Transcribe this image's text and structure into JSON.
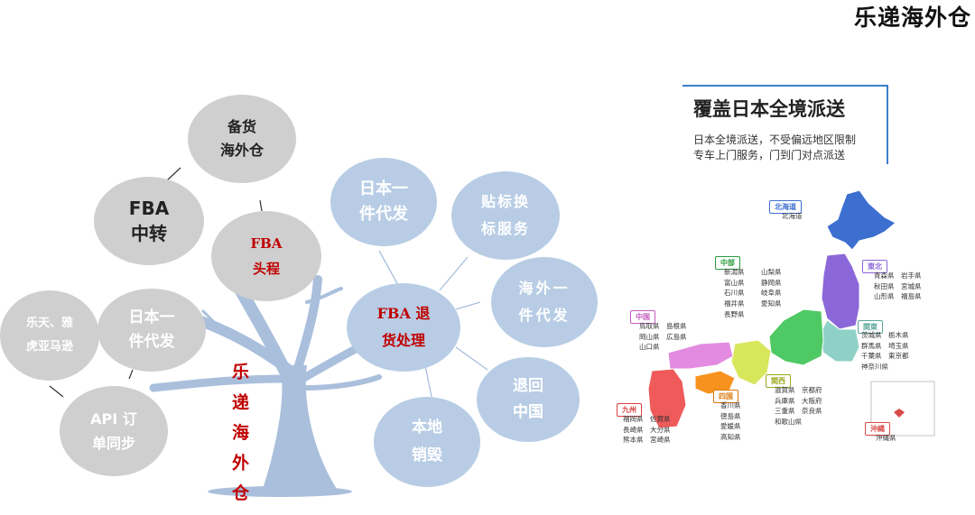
{
  "brand": "乐递海外仓",
  "tree_title": "乐\n递\n海\n外\n仓",
  "circles": {
    "stock": "备货\n海外仓",
    "fba_transfer": "FBA\n中转",
    "fba_first": "FBA\n头程",
    "jp_dropship_left": "日本一\n件代发",
    "rakuten": "乐天、雅\n虎亚马逊",
    "api": "API 订\n单同步",
    "fba_return": "FBA 退\n货处理",
    "jp_dropship_right": "日本一\n件代发",
    "relabel": "贴标换\n标服务",
    "overseas_dropship": "海外一\n件代发",
    "return_china": "退回\n中国",
    "local_destroy": "本地\n销毁"
  },
  "coverage": {
    "title": "覆盖日本全境派送",
    "line1": "日本全境派送，不受偏远地区限制",
    "line2": "专车上门服务，门到门对点派送"
  },
  "map": {
    "hokkaido": {
      "label": "北海道",
      "prefs": "北海道"
    },
    "tohoku": {
      "label": "東北",
      "prefs": "青森県　岩手県\n秋田県　宮城県\n山形県　福島県"
    },
    "kanto": {
      "label": "関東",
      "prefs": "茨城県　栃木県\n群馬県　埼玉県\n千葉県　東京都\n神奈川県"
    },
    "chubu": {
      "label": "中部",
      "prefs_a": "新潟県\n富山県\n石川県\n福井県\n長野県",
      "prefs_b": "山梨県\n静岡県\n岐阜県\n愛知県"
    },
    "chugoku": {
      "label": "中国",
      "prefs": "鳥取県　島根県\n岡山県　広島県\n山口県"
    },
    "kansai": {
      "label": "関西",
      "prefs": "滋賀県　京都府\n兵庫県　大阪府\n三重県　奈良県\n和歌山県"
    },
    "shikoku": {
      "label": "四国",
      "prefs": "香川県\n徳島県\n愛媛県\n高知県"
    },
    "kyushu": {
      "label": "九州",
      "prefs": "福岡県　佐賀県\n長崎県　大分県\n熊本県　宮崎県"
    },
    "okinawa": {
      "label": "沖縄",
      "prefs": "沖縄県"
    }
  },
  "colors": {
    "circle_grey": "#cfcfcf",
    "circle_blue": "#b8cde5",
    "tree": "#a9bfdc",
    "accent_red": "#c00000",
    "frame_blue": "#3c7fc9",
    "hokkaido": "#3d6fd1",
    "tohoku": "#8b67d9",
    "kanto": "#8fd1c6",
    "chubu": "#4fc964",
    "kansai": "#d8e65c",
    "chugoku": "#e38be0",
    "shikoku": "#f7921e",
    "kyushu": "#ef5a5a",
    "okinawa": "#d94a4a"
  }
}
